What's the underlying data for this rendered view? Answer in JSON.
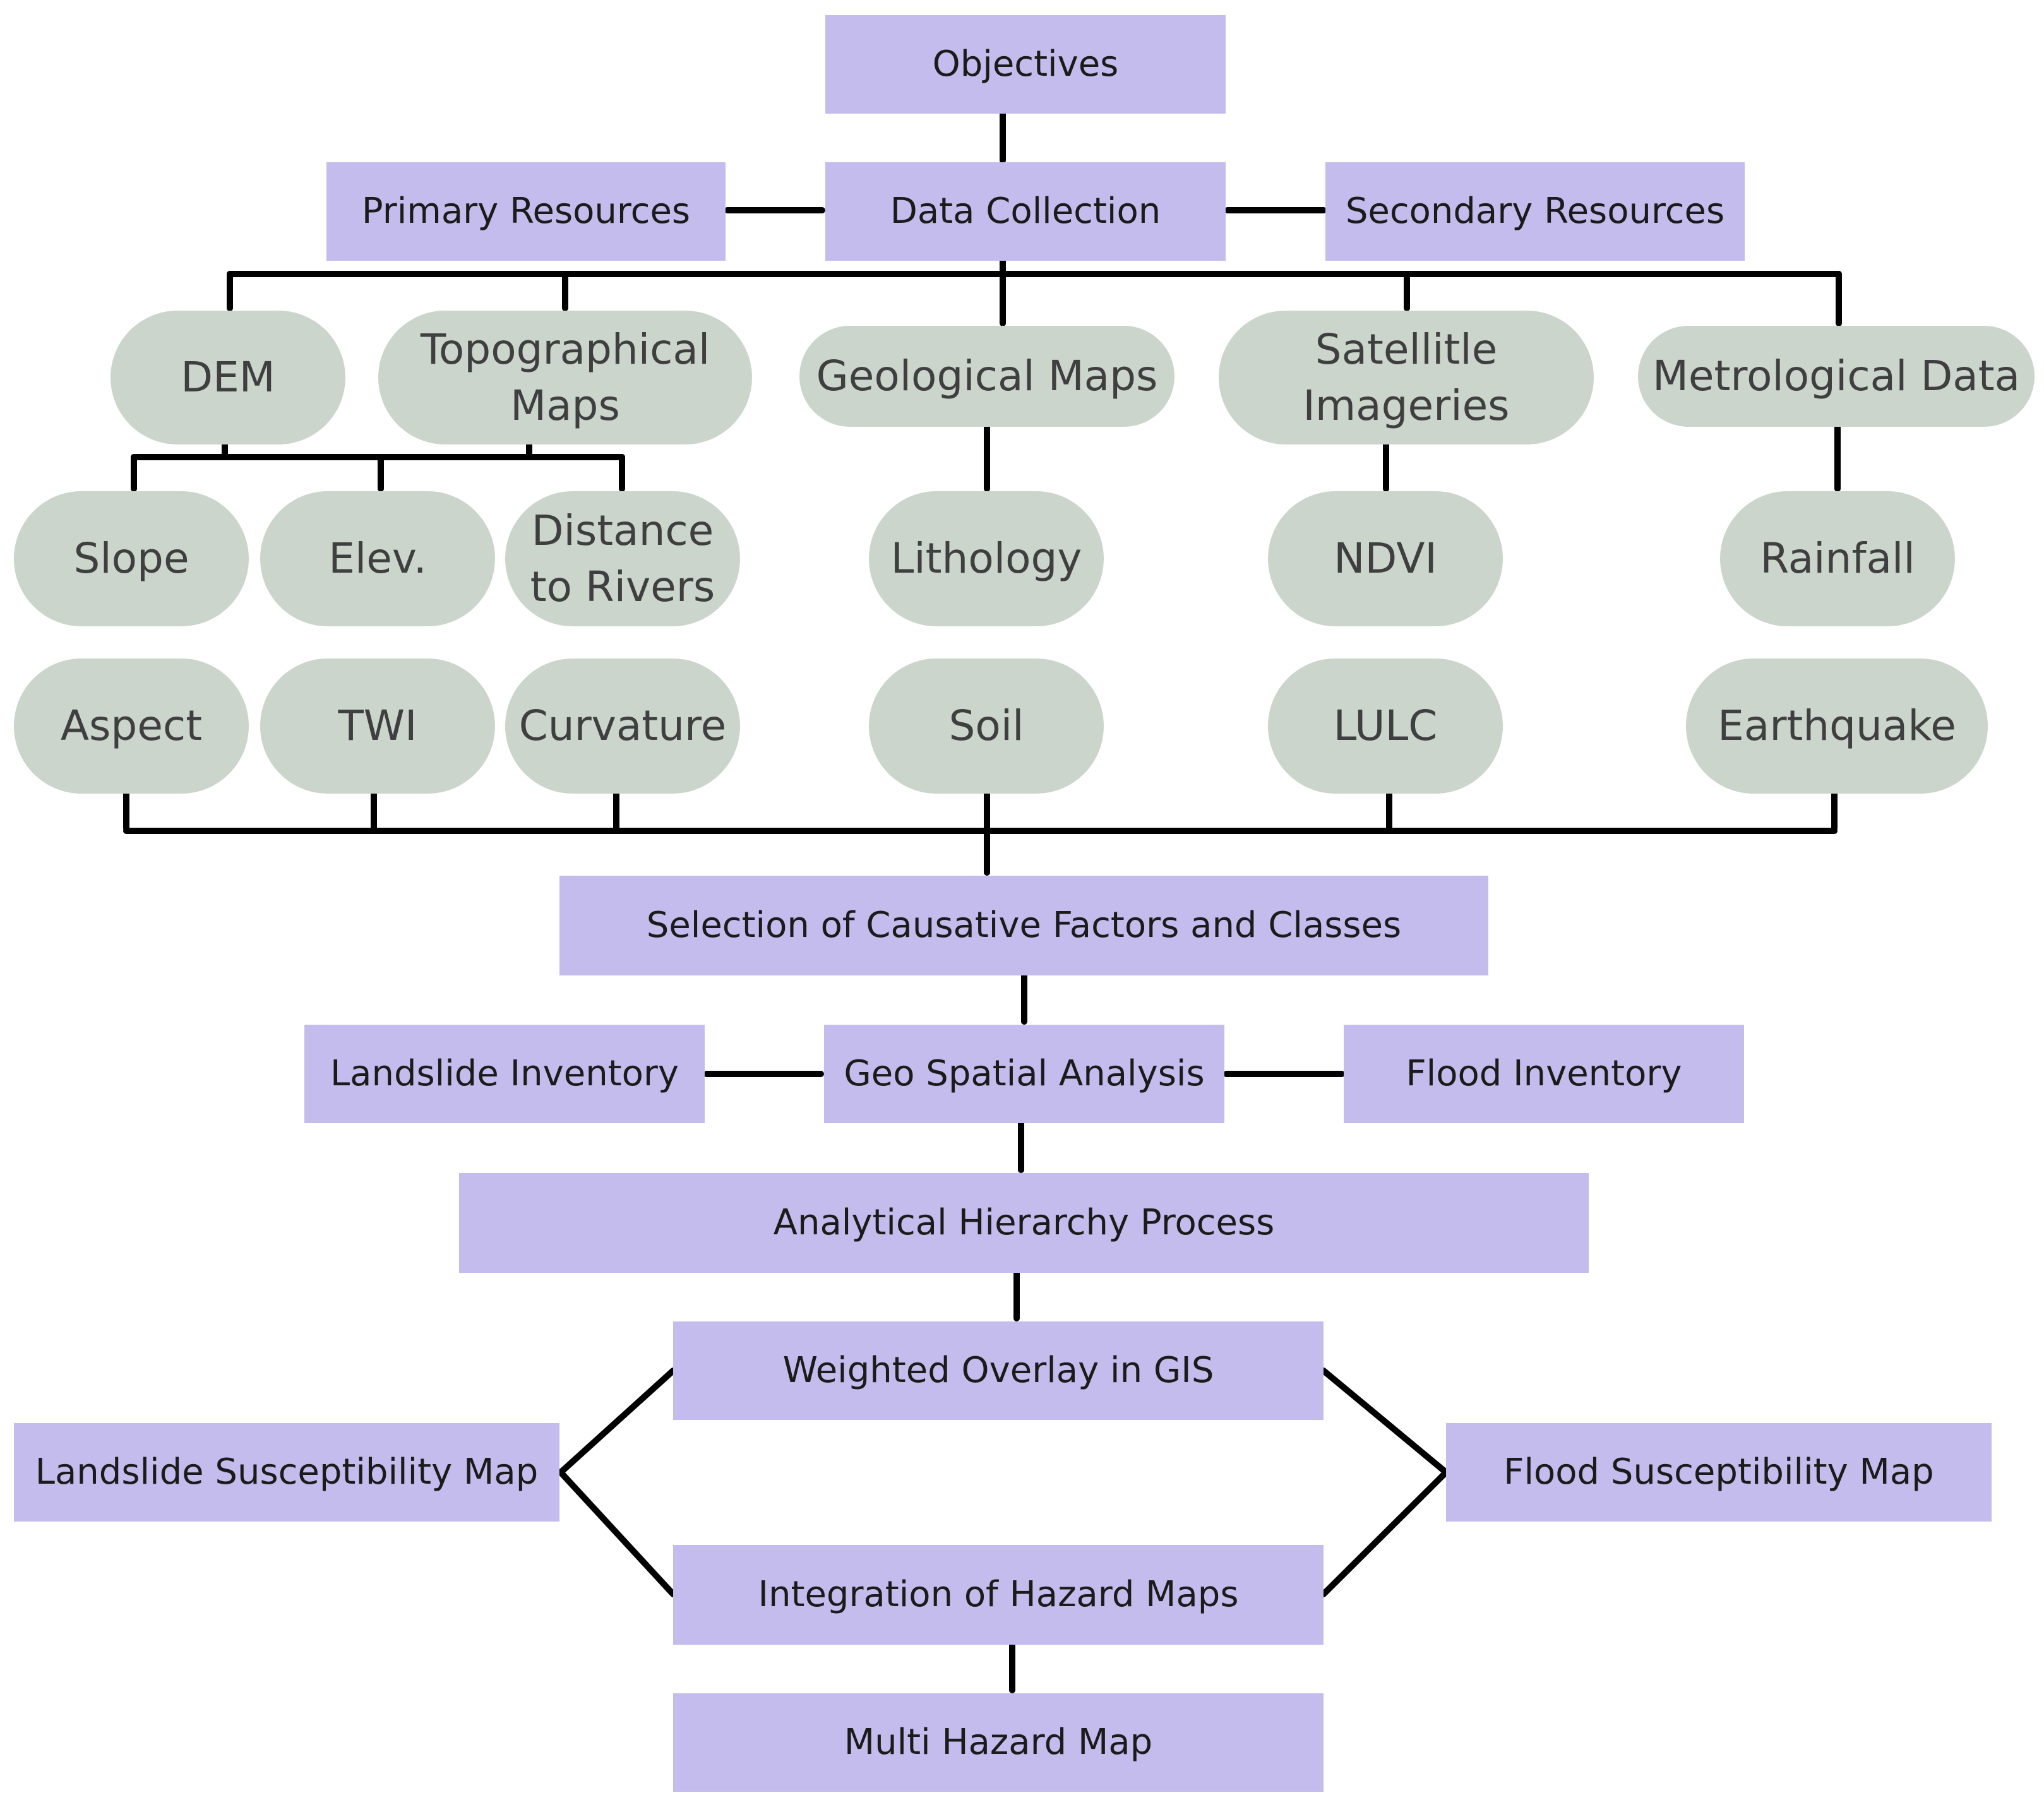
{
  "colors": {
    "process_box": "#c3bced",
    "data_pill": "#cbd5cc",
    "arrow": "#000000"
  },
  "process": {
    "objectives": "Objectives",
    "data_collection": "Data Collection",
    "selection": "Selection of Causative Factors and Classes",
    "geo_spatial": "Geo Spatial Analysis",
    "ahp": "Analytical Hierarchy Process",
    "weighted_overlay": "Weighted Overlay in GIS",
    "integration": "Integration of Hazard Maps",
    "multi_hazard": "Multi Hazard Map"
  },
  "inputs": {
    "primary": "Primary Resources",
    "secondary": "Secondary Resources",
    "landslide_inventory": "Landslide Inventory",
    "flood_inventory": "Flood Inventory"
  },
  "outputs": {
    "landslide_map": "Landslide Susceptibility Map",
    "flood_map": "Flood Susceptibility Map"
  },
  "sources": {
    "dem": "DEM",
    "topo": "Topographical Maps",
    "geological": "Geological Maps",
    "satellite": "Satellitle Imageries",
    "metrological": "Metrological Data"
  },
  "factors": {
    "slope": "Slope",
    "elev": "Elev.",
    "distance": "Distance to Rivers",
    "lithology": "Lithology",
    "ndvi": "NDVI",
    "rainfall": "Rainfall",
    "aspect": "Aspect",
    "twi": "TWI",
    "curvature": "Curvature",
    "soil": "Soil",
    "lulc": "LULC",
    "earthquake": "Earthquake"
  }
}
